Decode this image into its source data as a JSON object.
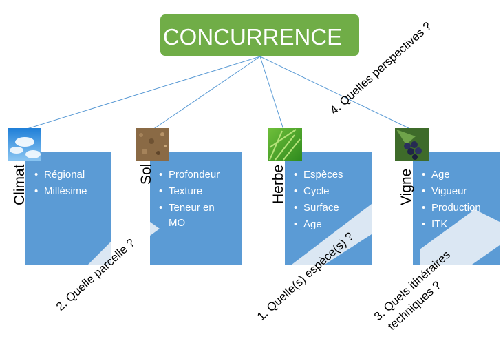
{
  "title": "CONCURRENCE",
  "colors": {
    "title_bg": "#70ad47",
    "box_fill": "#5b9bd5",
    "connector": "#5b9bd5",
    "label_band": "#dbe7f3",
    "text_white": "#ffffff",
    "text_dark": "#000000"
  },
  "categories": [
    {
      "name": "Climat",
      "icon": "sky-photo-icon",
      "items": [
        "Régional",
        "Millésime"
      ]
    },
    {
      "name": "Sol",
      "icon": "soil-photo-icon",
      "items": [
        "Profondeur",
        "Texture",
        "Teneur en",
        "MO"
      ]
    },
    {
      "name": "Herbe",
      "icon": "grass-photo-icon",
      "items": [
        "Espèces",
        "Cycle",
        "Surface",
        "Age"
      ]
    },
    {
      "name": "Vigne",
      "icon": "grapes-photo-icon",
      "items": [
        "Age",
        "Vigueur",
        "Production",
        "ITK"
      ]
    }
  ],
  "questions": {
    "q1": "1. Quelle(s) espèce(s) ?",
    "q2": "2. Quelle parcelle ?",
    "q3_line1": "3. Quels itinéraires",
    "q3_line2": "techniques ?",
    "q4": "4. Quelles perspectives ?"
  }
}
